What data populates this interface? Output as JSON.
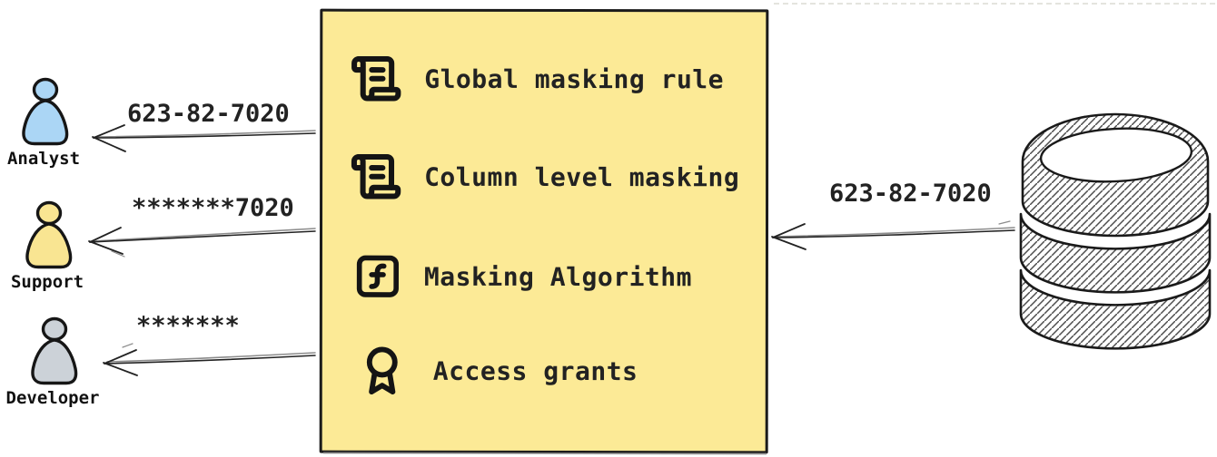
{
  "diagram": {
    "personas": [
      {
        "name": "Analyst",
        "received_value": "623-82-7020",
        "color": "#abd6f5"
      },
      {
        "name": "Support",
        "received_value": "*******7020",
        "color": "#f9e592"
      },
      {
        "name": "Developer",
        "received_value": "*******",
        "color": "#ccd2d8"
      }
    ],
    "masking_box": {
      "background": "#fcea96",
      "items": [
        {
          "label": "Global masking rule",
          "icon": "scroll-text-icon"
        },
        {
          "label": "Column level masking",
          "icon": "scroll-text-icon"
        },
        {
          "label": "Masking Algorithm",
          "icon": "function-square-icon"
        },
        {
          "label": "Access grants",
          "icon": "award-icon"
        }
      ]
    },
    "database": {
      "icon": "database-cylinder-icon",
      "outgoing_value": "623-82-7020"
    }
  }
}
